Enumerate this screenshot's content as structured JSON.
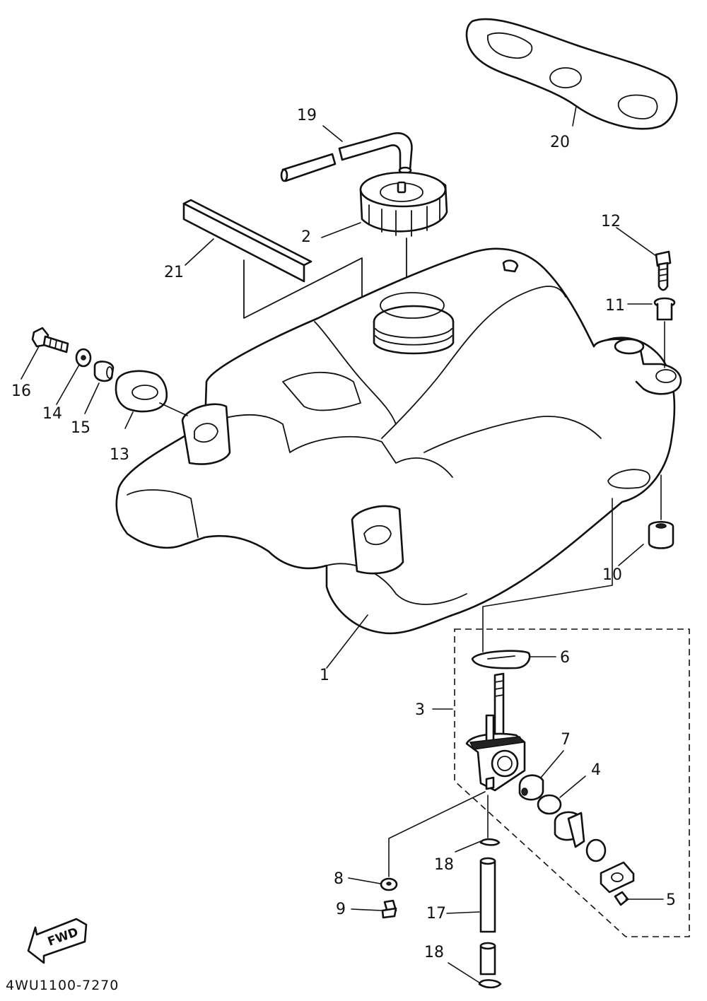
{
  "diagram": {
    "drawing_code": "4WU1100-7270",
    "direction_label": "FWD",
    "callouts": [
      "1",
      "2",
      "3",
      "4",
      "5",
      "6",
      "7",
      "8",
      "9",
      "10",
      "11",
      "12",
      "13",
      "14",
      "15",
      "16",
      "17",
      "18",
      "18",
      "19",
      "20",
      "21"
    ],
    "parts": {
      "fuel_tank": "1",
      "fuel_cap": "2",
      "fuel_cock_assembly": "3",
      "o_ring": "4",
      "screw": "5",
      "gasket": "6",
      "filter_cap": "7",
      "washer": "8",
      "drain_screw": "9",
      "damper": "10",
      "collar": "11",
      "bolt": "12",
      "grommet": "13",
      "washer_plate": "14",
      "collar_small": "15",
      "bolt_front": "16",
      "fuel_hose": "17",
      "hose_clip": "18",
      "breather_hose": "19",
      "tank_cover_plate": "20",
      "damper_strip": "21"
    }
  }
}
